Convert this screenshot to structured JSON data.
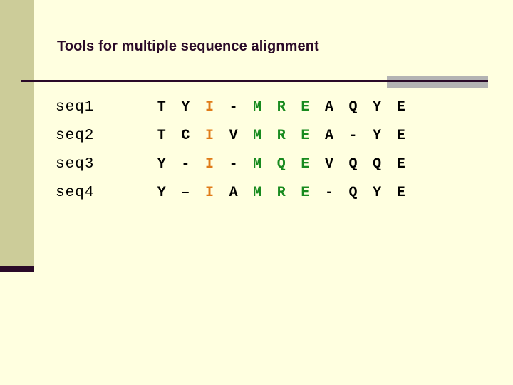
{
  "slide": {
    "title": "Tools for multiple sequence alignment",
    "background_color": "#FFFFE0",
    "accent_band_color": "#CCCC99",
    "accent_foot_color": "#2A0A28",
    "rule_color": "#2A0A28",
    "rule_accent_color": "#B3B3B3",
    "title_color": "#2A0A28"
  },
  "colors": {
    "default": "#000000",
    "orange": "#E07B18",
    "green": "#178A1E"
  },
  "alignment": {
    "rows": [
      {
        "label": "seq1",
        "residues": [
          {
            "ch": "T",
            "color": "default"
          },
          {
            "ch": "Y",
            "color": "default"
          },
          {
            "ch": "I",
            "color": "orange"
          },
          {
            "ch": "-",
            "color": "default"
          },
          {
            "ch": "M",
            "color": "green"
          },
          {
            "ch": "R",
            "color": "green"
          },
          {
            "ch": "E",
            "color": "green"
          },
          {
            "ch": "A",
            "color": "default"
          },
          {
            "ch": "Q",
            "color": "default"
          },
          {
            "ch": "Y",
            "color": "default"
          },
          {
            "ch": "E",
            "color": "default"
          }
        ]
      },
      {
        "label": "seq2",
        "residues": [
          {
            "ch": "T",
            "color": "default"
          },
          {
            "ch": "C",
            "color": "default"
          },
          {
            "ch": "I",
            "color": "orange"
          },
          {
            "ch": "V",
            "color": "default"
          },
          {
            "ch": "M",
            "color": "green"
          },
          {
            "ch": "R",
            "color": "green"
          },
          {
            "ch": "E",
            "color": "green"
          },
          {
            "ch": "A",
            "color": "default"
          },
          {
            "ch": "-",
            "color": "default"
          },
          {
            "ch": "Y",
            "color": "default"
          },
          {
            "ch": "E",
            "color": "default"
          }
        ]
      },
      {
        "label": "seq3",
        "residues": [
          {
            "ch": "Y",
            "color": "default"
          },
          {
            "ch": "-",
            "color": "default"
          },
          {
            "ch": "I",
            "color": "orange"
          },
          {
            "ch": "-",
            "color": "default"
          },
          {
            "ch": "M",
            "color": "green"
          },
          {
            "ch": "Q",
            "color": "green"
          },
          {
            "ch": "E",
            "color": "green"
          },
          {
            "ch": "V",
            "color": "default"
          },
          {
            "ch": "Q",
            "color": "default"
          },
          {
            "ch": "Q",
            "color": "default"
          },
          {
            "ch": "E",
            "color": "default"
          }
        ]
      },
      {
        "label": "seq4",
        "residues": [
          {
            "ch": "Y",
            "color": "default"
          },
          {
            "ch": "–",
            "color": "default"
          },
          {
            "ch": "I",
            "color": "orange"
          },
          {
            "ch": "A",
            "color": "default"
          },
          {
            "ch": "M",
            "color": "green"
          },
          {
            "ch": "R",
            "color": "green"
          },
          {
            "ch": "E",
            "color": "green"
          },
          {
            "ch": "-",
            "color": "default"
          },
          {
            "ch": "Q",
            "color": "default"
          },
          {
            "ch": "Y",
            "color": "default"
          },
          {
            "ch": "E",
            "color": "default"
          }
        ]
      }
    ]
  }
}
